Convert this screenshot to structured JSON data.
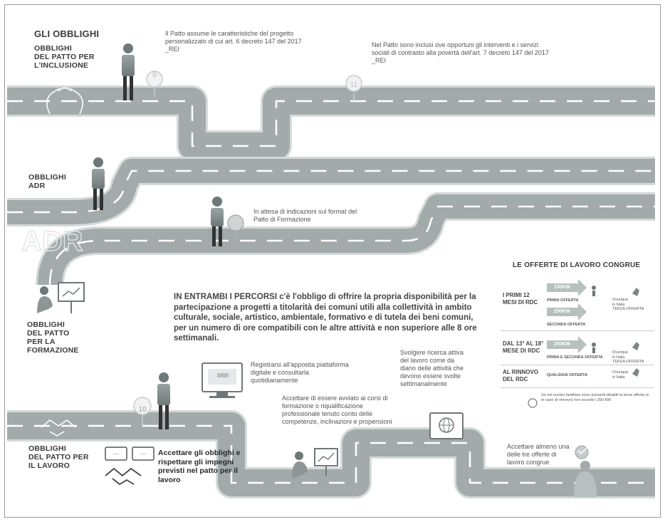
{
  "title": "GLI OBBLIGHI",
  "sections": {
    "inclusione": "OBBLIGHI\nDEL PATTO PER\nL'INCLUSIONE",
    "adr": "OBBLIGHI\nADR",
    "formazione": "OBBLIGHI\nDEL PATTO\nPER LA\nFORMAZIONE",
    "lavoro": "OBBLIGHI\nDEL PATTO PER\nIL LAVORO"
  },
  "watermark": "ADR",
  "markers": {
    "m1": "9",
    "m2": "11",
    "m3": "10"
  },
  "notes": {
    "patto_caratteristiche": "Il Patto assume le caratteristiche del progetto personalizzato di cui art. 6 decreto 147 del 2017 _REI",
    "patto_inclusi": "Nel Patto sono inclusi ove opportuni gli interventi e i servizi sociali di contrasto alla povertà dell'art. 7 decreto 147 del 2017 _REI",
    "attesa": "In attesa di indicazioni sul format del Patto di Formazione",
    "entrambi": "IN ENTRAMBI I PERCORSI c'è l'obbligo di offrire la propria disponibilità per la partecipazione a progetti a titolarità dei comuni utili alla collettività in ambito culturale, sociale, artistico, ambientale, formativo e di tutela dei beni comuni, per un numero di ore compatibili con le altre attività e non superiore alle 8 ore settimanali.",
    "registrarsi": "Registrarsi all'apposita piattaforma digitale e consultarla quotidianamente",
    "ricerca": "Svolgere ricerca attiva del lavoro come da diario delle attività che devono essere svolte settimanalmente",
    "corsi": "Accettare di essere avviato ai corsi di formazione o riqualificazione professionale tenuto conto delle competenze, inclinazioni e propensioni",
    "accettare_obblighi": "Accettare gli obblighi e rispettare gli impegni previsti nel patto per il lavoro",
    "accettare_offerta": "Accettare almeno una delle tre offerte di lavoro congrue"
  },
  "offerte": {
    "title": "LE OFFERTE DI LAVORO CONGRUE",
    "row1_label": "I PRIMI 12\nMESI DI RDC",
    "row1_d1": "100KM",
    "row1_t1": "PRIMA OFFERTA",
    "row1_d2": "250KM",
    "row1_t2": "SECONDA OFFERTA",
    "row1_side": "Ovunque\nin Italia\nTERZA OFFERTA",
    "row2_label": "DAL 13° AL 18°\nMESE DI RDC",
    "row2_d": "250KM",
    "row2_t": "PRIMA E SECONDA OFFERTA",
    "row2_side": "Ovunque\nin Italia\nTERZA OFFERTA",
    "row3_label": "AL RINNOVO\nDEL RDC",
    "row3_t": "QUALSIASI OFFERTA",
    "row3_side": "Ovunque\nin Italia",
    "footnote": "Se nel nucleo familiare sono presenti disabili la terza offerta (e in caso di rinnovo) non eccede i 250 KM"
  }
}
